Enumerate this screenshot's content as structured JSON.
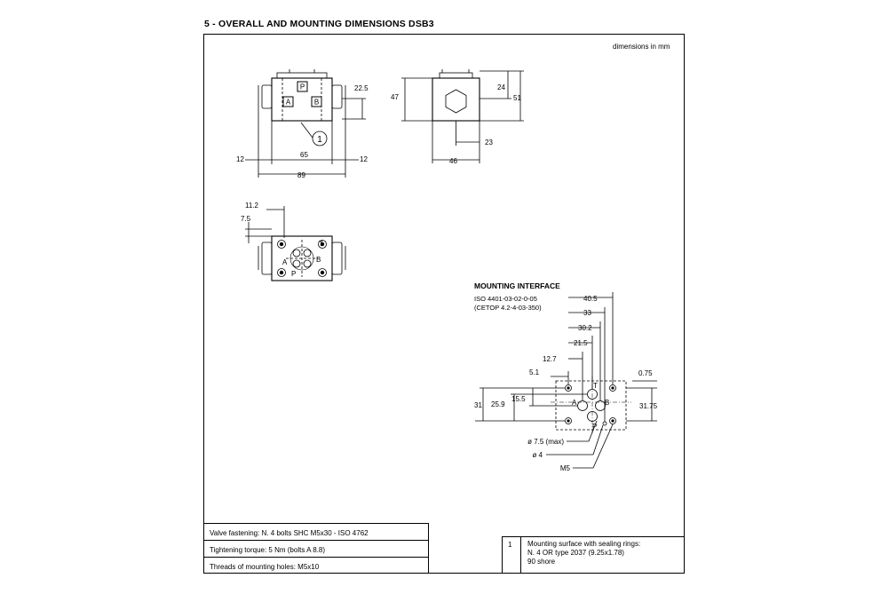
{
  "title": "5 - OVERALL AND MOUNTING DIMENSIONS DSB3",
  "units_note": "dimensions in mm",
  "front_view": {
    "port_labels": [
      "P",
      "A",
      "B"
    ],
    "callout_number": "1",
    "dims": [
      "22.5",
      "12",
      "65",
      "12",
      "89"
    ]
  },
  "side_view": {
    "dims": [
      "47",
      "24",
      "51",
      "23",
      "46"
    ]
  },
  "top_view": {
    "port_labels": [
      "T",
      "A",
      "B",
      "P"
    ],
    "dims": [
      "11.2",
      "7.5"
    ]
  },
  "mounting_interface": {
    "title": "MOUNTING INTERFACE",
    "standard_lines": [
      "ISO 4401-03-02-0-05",
      "(CETOP 4.2-4-03-350)"
    ],
    "port_labels": [
      "T",
      "A",
      "B",
      "P"
    ],
    "dims": [
      "40.5",
      "33",
      "30.2",
      "21.5",
      "12.7",
      "5.1",
      "0.75",
      "15.5",
      "25.9",
      "31",
      "31.75"
    ],
    "callouts": [
      "ø 7.5 (max)",
      "ø 4",
      "M5"
    ]
  },
  "notes": [
    "Valve fastening: N. 4 bolts SHC M5x30 - ISO 4762",
    "Tightening torque: 5 Nm (bolts A 8.8)",
    "Threads of mounting holes: M5x10"
  ],
  "seal_note": {
    "number": "1",
    "lines": [
      "Mounting surface with sealing rings:",
      "N. 4 OR type 2037 (9.25x1.78)",
      "90 shore"
    ]
  }
}
